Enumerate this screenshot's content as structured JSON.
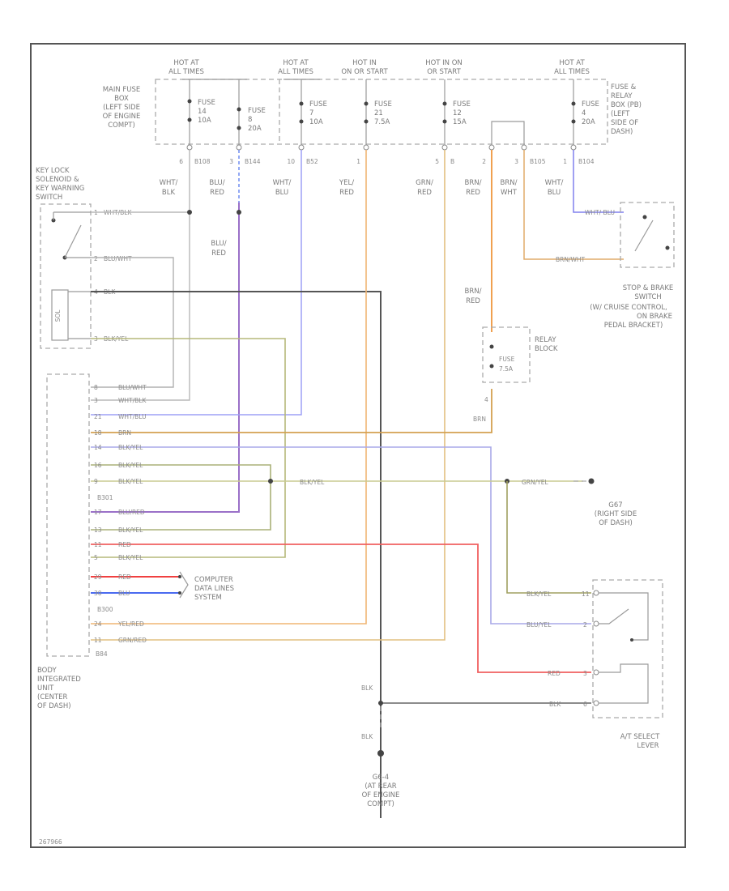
{
  "top_labels": {
    "hot1_a": "HOT AT",
    "hot1_b": "ALL TIMES",
    "hot2_a": "HOT AT",
    "hot2_b": "ALL TIMES",
    "hot3_a": "HOT IN",
    "hot3_b": "ON OR START",
    "hot4_a": "HOT IN ON",
    "hot4_b": "OR START",
    "hot5_a": "HOT AT",
    "hot5_b": "ALL TIMES"
  },
  "main_fuse_box": [
    "MAIN FUSE",
    "BOX",
    "(LEFT SIDE",
    "OF ENGINE",
    "COMPT)"
  ],
  "fuse_relay_box": [
    "FUSE &",
    "RELAY",
    "BOX (PB)",
    "(LEFT",
    "SIDE OF",
    "DASH)"
  ],
  "fuses": [
    {
      "name": "FUSE",
      "num": "14",
      "amp": "10A"
    },
    {
      "name": "FUSE",
      "num": "8",
      "amp": "20A"
    },
    {
      "name": "FUSE",
      "num": "7",
      "amp": "10A"
    },
    {
      "name": "FUSE",
      "num": "21",
      "amp": "7.5A"
    },
    {
      "name": "FUSE",
      "num": "12",
      "amp": "15A"
    },
    {
      "name": "FUSE",
      "num": "4",
      "amp": "20A"
    }
  ],
  "connectors_top": [
    "6",
    "B108",
    "3",
    "B144",
    "10",
    "B52",
    "1",
    "5",
    "B",
    "2",
    "3",
    "B105",
    "1",
    "B104"
  ],
  "wire_labels_top": [
    "WHT/ BLK",
    "BLU/ RED",
    "WHT/ BLU",
    "YEL/ RED",
    "GRN/ RED",
    "BRN/ RED",
    "BRN/ WHT",
    "WHT/ BLU"
  ],
  "key_switch": [
    "KEY LOCK",
    "SOLENOID &",
    "KEY WARNING",
    "SWITCH"
  ],
  "key_pins": [
    {
      "pin": "1",
      "label": "WHT/BLK"
    },
    {
      "pin": "2",
      "label": "BLU/WHT"
    },
    {
      "pin": "4",
      "label": "BLK"
    },
    {
      "pin": "3",
      "label": "BLK/YEL"
    }
  ],
  "blured_label": "BLU/ RED",
  "solenoid_label": "SOL",
  "stop_switch": [
    "STOP & BRAKE",
    "SWITCH",
    "(W/ CRUISE CONTROL,",
    "ON BRAKE",
    "PEDAL BRACKET)"
  ],
  "stop_wires": [
    "WHT/ BLU",
    "BRN/WHT"
  ],
  "relay_block": {
    "name": [
      "RELAY",
      "BLOCK"
    ],
    "fuse": "FUSE",
    "fuse_amp": "7.5A",
    "wire": "BRN/ RED",
    "out_wire": "BRN",
    "pin": "4"
  },
  "biu_pins": [
    {
      "pin": "8",
      "label": "BLU/WHT"
    },
    {
      "pin": "3",
      "label": "WHT/BLK"
    },
    {
      "pin": "21",
      "label": "WHT/BLU"
    },
    {
      "pin": "18",
      "label": "BRN"
    },
    {
      "pin": "14",
      "label": "BLK/YEL"
    },
    {
      "pin": "16",
      "label": "BLK/YEL"
    },
    {
      "pin": "9",
      "label": "BLK/YEL"
    },
    {
      "pin": "",
      "label": "B301"
    },
    {
      "pin": "17",
      "label": "BLU/RED"
    },
    {
      "pin": "13",
      "label": "BLK/YEL"
    },
    {
      "pin": "11",
      "label": "RED"
    },
    {
      "pin": "5",
      "label": "BLK/YEL"
    },
    {
      "pin": "29",
      "label": "RED"
    },
    {
      "pin": "30",
      "label": "BLU"
    },
    {
      "pin": "",
      "label": "B300"
    },
    {
      "pin": "24",
      "label": "YEL/RED"
    },
    {
      "pin": "11",
      "label": "GRN/RED"
    }
  ],
  "biu_bottom_pin": "B84",
  "biu_name": [
    "BODY",
    "INTEGRATED",
    "UNIT",
    "(CENTER",
    "OF DASH)"
  ],
  "computer_link": [
    "COMPUTER",
    "DATA LINES",
    "SYSTEM"
  ],
  "mid_wire": "BLK/YEL",
  "ground_wire": "GRN/YEL",
  "ground_right": [
    "G67",
    "(RIGHT SIDE",
    "OF DASH)"
  ],
  "at_lever": {
    "name": [
      "A/T SELECT",
      "LEVER"
    ],
    "wires": [
      {
        "pin": "11",
        "label": "BLK/YEL"
      },
      {
        "pin": "2",
        "label": "BLU/YEL"
      },
      {
        "pin": "3",
        "label": "RED"
      },
      {
        "pin": "6",
        "label": "BLK"
      }
    ]
  },
  "ground_bottom": {
    "wire1": "BLK",
    "wire2": "BLK",
    "name": [
      "G6-4",
      "(AT REAR",
      "OF ENGINE",
      "COMPT)"
    ]
  },
  "footer_id": "267966"
}
